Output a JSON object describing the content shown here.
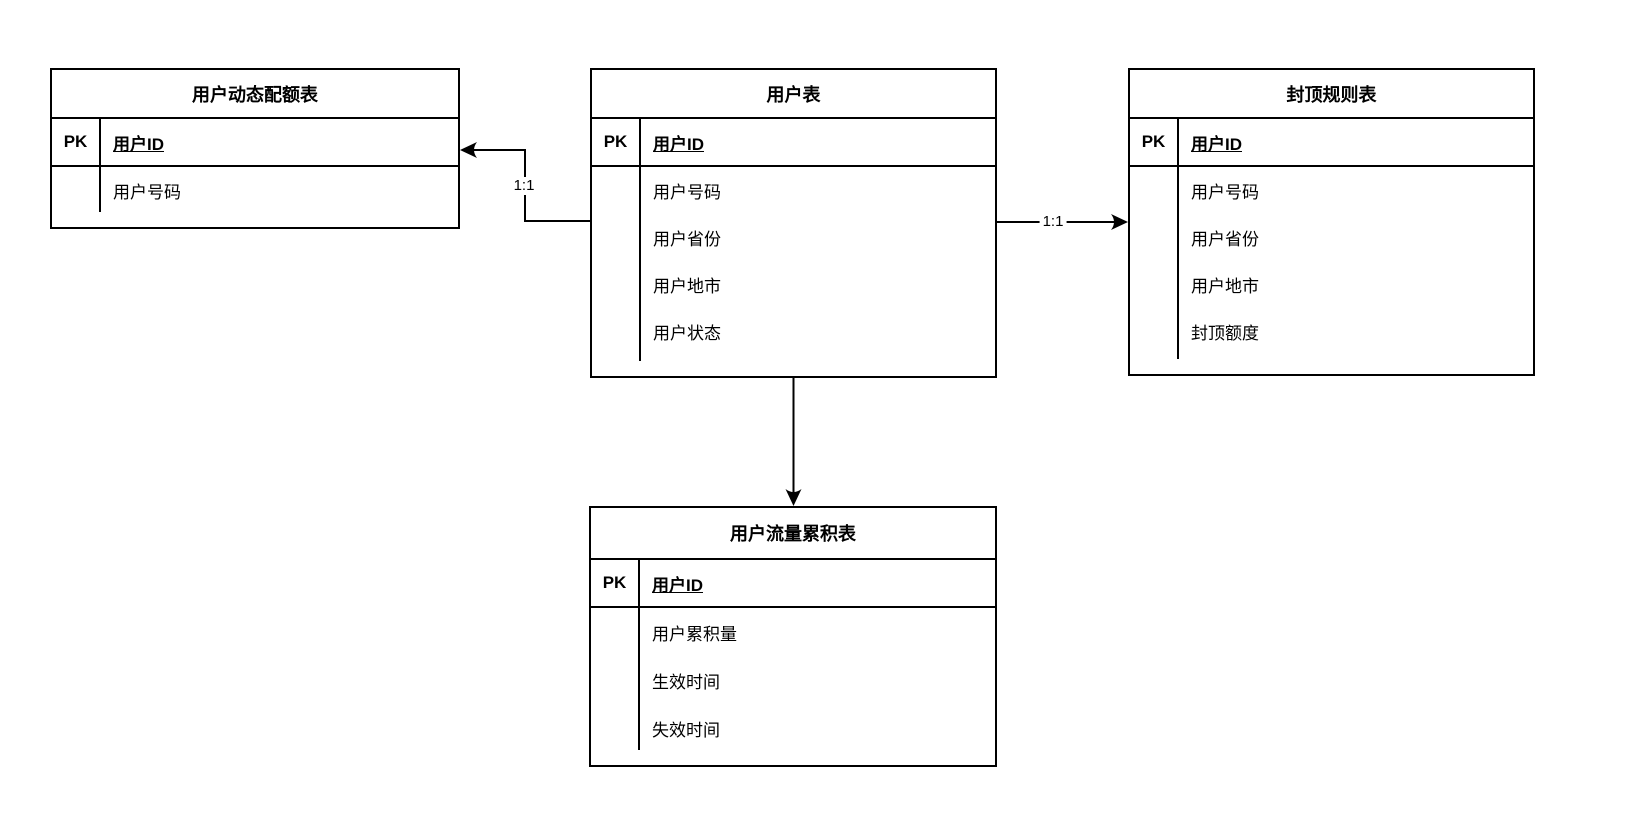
{
  "diagram": {
    "type": "er-diagram",
    "background_color": "#ffffff",
    "line_color": "#000000",
    "text_color": "#000000",
    "tables": {
      "quota": {
        "title": "用户动态配额表",
        "pk_label": "PK",
        "pk_field": "用户ID",
        "fields": [
          "用户号码"
        ]
      },
      "user": {
        "title": "用户表",
        "pk_label": "PK",
        "pk_field": "用户ID",
        "fields": [
          "用户号码",
          "用户省份",
          "用户地市",
          "用户状态"
        ]
      },
      "cap": {
        "title": "封顶规则表",
        "pk_label": "PK",
        "pk_field": "用户ID",
        "fields": [
          "用户号码",
          "用户省份",
          "用户地市",
          "封顶额度"
        ]
      },
      "traffic": {
        "title": "用户流量累积表",
        "pk_label": "PK",
        "pk_field": "用户ID",
        "fields": [
          "用户累积量",
          "生效时间",
          "失效时间"
        ]
      }
    },
    "relationships": [
      {
        "from": "用户表",
        "to": "用户动态配额表",
        "label": "1:1"
      },
      {
        "from": "用户表",
        "to": "封顶规则表",
        "label": "1:1"
      },
      {
        "from": "用户表",
        "to": "用户流量累积表",
        "label": ""
      }
    ]
  }
}
